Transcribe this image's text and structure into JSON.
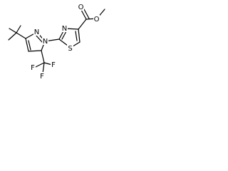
{
  "molecule": {
    "atoms": {
      "ester_carbonyl_oxygen": "O",
      "ester_ether_oxygen": "O",
      "thiazole_nitrogen": "N",
      "thiazole_sulfur": "S",
      "pyrazole_n1": "N",
      "pyrazole_n2": "N",
      "trifluoromethyl_f_top_left": "F",
      "trifluoromethyl_f_bottom": "F",
      "trifluoromethyl_f_right": "F"
    }
  },
  "colors": {
    "bond": "#000000",
    "label": "#000000",
    "background": "#ffffff"
  }
}
